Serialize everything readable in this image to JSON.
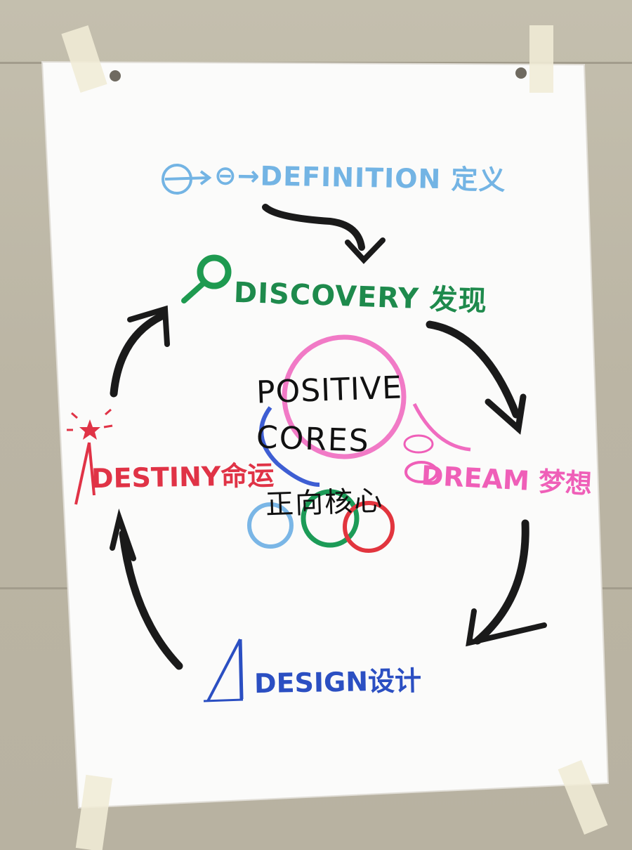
{
  "poster": {
    "definition": "⊖→DEFINITION 定义",
    "discovery": "DISCOVERY 发现",
    "dream": "DREAM 梦想",
    "destiny": "DESTINY命运",
    "design": "DESIGN设计",
    "core_line1": "POSITIVE",
    "core_line2": "CORES",
    "core_cn": "正向核心"
  },
  "colors": {
    "definition": "#73b4e4",
    "discovery": "#1e8a4c",
    "dream": "#ef5fb8",
    "destiny": "#e03346",
    "design": "#2b4fc2",
    "arrows": "#1a1a1a"
  }
}
